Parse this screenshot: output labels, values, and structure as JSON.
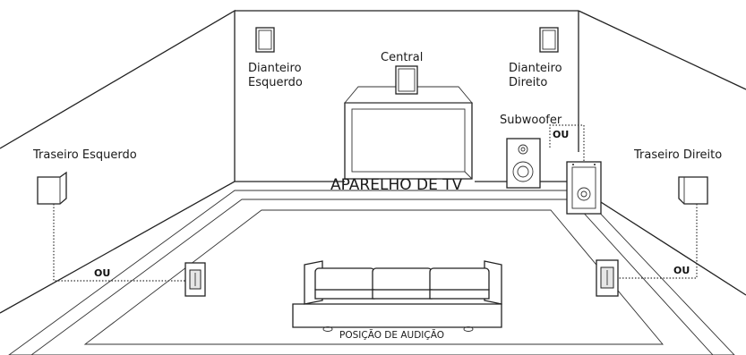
{
  "labels": {
    "front_left_line1": "Dianteiro",
    "front_left_line2": "Esquerdo",
    "center": "Central",
    "front_right_line1": "Dianteiro",
    "front_right_line2": "Direito",
    "subwoofer": "Subwoofer",
    "rear_left": "Traseiro Esquerdo",
    "rear_right": "Traseiro Direito",
    "tv": "APARELHO DE TV",
    "listening_position": "POSIÇÃO DE AUDIÇÃO",
    "or_left": "OU",
    "or_right": "OU",
    "or_sub": "OU"
  }
}
